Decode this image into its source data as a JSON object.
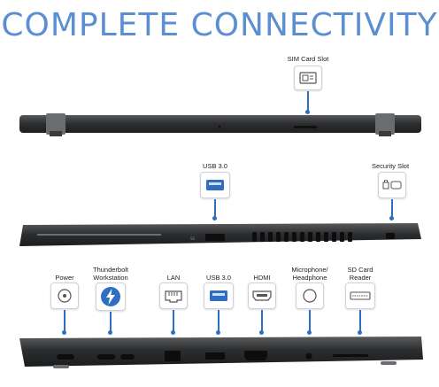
{
  "title": "COMPLETE CONNECTIVITY",
  "views": {
    "back": {
      "ports": [
        {
          "label": "SIM Card Slot",
          "icon": "sim-card-icon"
        }
      ]
    },
    "right": {
      "ports": [
        {
          "label": "USB 3.0",
          "icon": "usb-icon"
        },
        {
          "label": "Security Slot",
          "icon": "lock-slot-icon"
        }
      ]
    },
    "left": {
      "ports": [
        {
          "label": "Power",
          "icon": "power-port-icon"
        },
        {
          "label": "Thunderbolt Workstation",
          "line1": "Thunderbolt",
          "line2": "Workstation",
          "icon": "thunderbolt-icon"
        },
        {
          "label": "LAN",
          "icon": "ethernet-icon"
        },
        {
          "label": "USB 3.0",
          "icon": "usb-icon"
        },
        {
          "label": "HDMI",
          "icon": "hdmi-icon"
        },
        {
          "label": "Microphone/ Headphone",
          "line1": "Microphone/",
          "line2": "Headphone",
          "icon": "audio-jack-icon"
        },
        {
          "label": "SD Card Reader",
          "line1": "SD Card",
          "line2": "Reader",
          "icon": "sd-card-icon"
        }
      ]
    }
  },
  "colors": {
    "accent": "#2f6fc1",
    "title": "#5b8fd1",
    "laptop_body": "#3a3b3d",
    "thunderbolt_badge": "#2f6fc1"
  }
}
